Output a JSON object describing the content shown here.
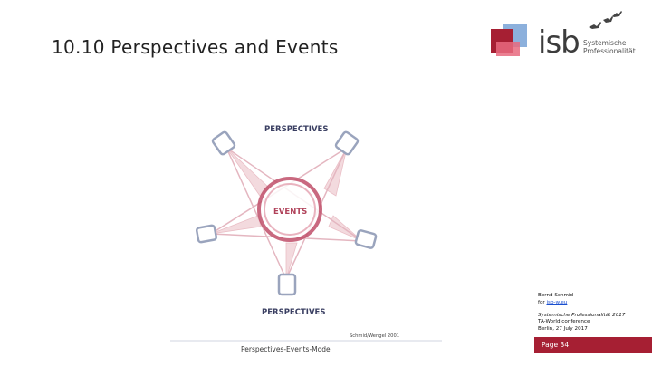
{
  "slide": {
    "title": "10.10 Perspectives and Events"
  },
  "logo": {
    "wordmark": "isb",
    "tagline_line1": "Systemische",
    "tagline_line2": "Professionalität",
    "colors": {
      "dark_red": "#a61f33",
      "pink": "#e76a7f",
      "blue": "#7fa7d8"
    }
  },
  "diagram": {
    "top_label": "PERSPECTIVES",
    "center_label": "EVENTS",
    "bottom_label": "PERSPECTIVES",
    "credit": "Schmid/Wengel 2001",
    "caption": "Perspectives-Events-Model",
    "colors": {
      "spotlight": "#9aa4bd",
      "ring": "#c0506a",
      "beam": "#e8b8c0",
      "label": "#3a3f62"
    }
  },
  "footer": {
    "author": "Bernd Schmid",
    "for_prefix": "for",
    "for_link": "isb-w.eu",
    "org": "Systemische Professionalität 2017",
    "event": "TA-World conference",
    "place_date": "Berlin, 27 July 2017"
  },
  "page": {
    "label": "Page 34",
    "bar_color": "#a61f33"
  }
}
